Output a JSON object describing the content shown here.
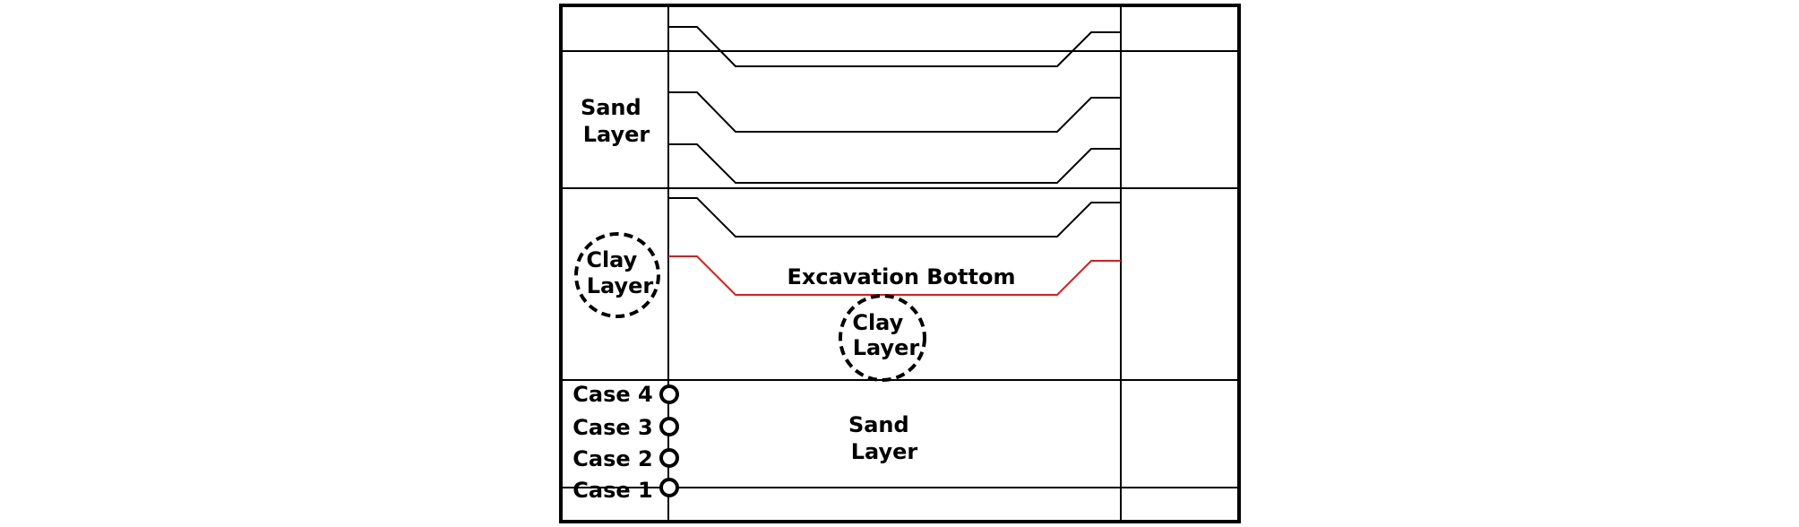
{
  "labels": {
    "upper_sand": [
      "Sand",
      "Layer"
    ],
    "left_clay": [
      "Clay",
      "Layer"
    ],
    "center_clay": [
      "Clay",
      "Layer"
    ],
    "excavation_bottom": "Excavation Bottom",
    "lower_sand": [
      "Sand",
      "Layer"
    ]
  },
  "cases": [
    "Case 4",
    "Case 3",
    "Case 2",
    "Case 1"
  ],
  "colors": {
    "lines": "#000000",
    "excavation_line": "#e01b1b"
  }
}
